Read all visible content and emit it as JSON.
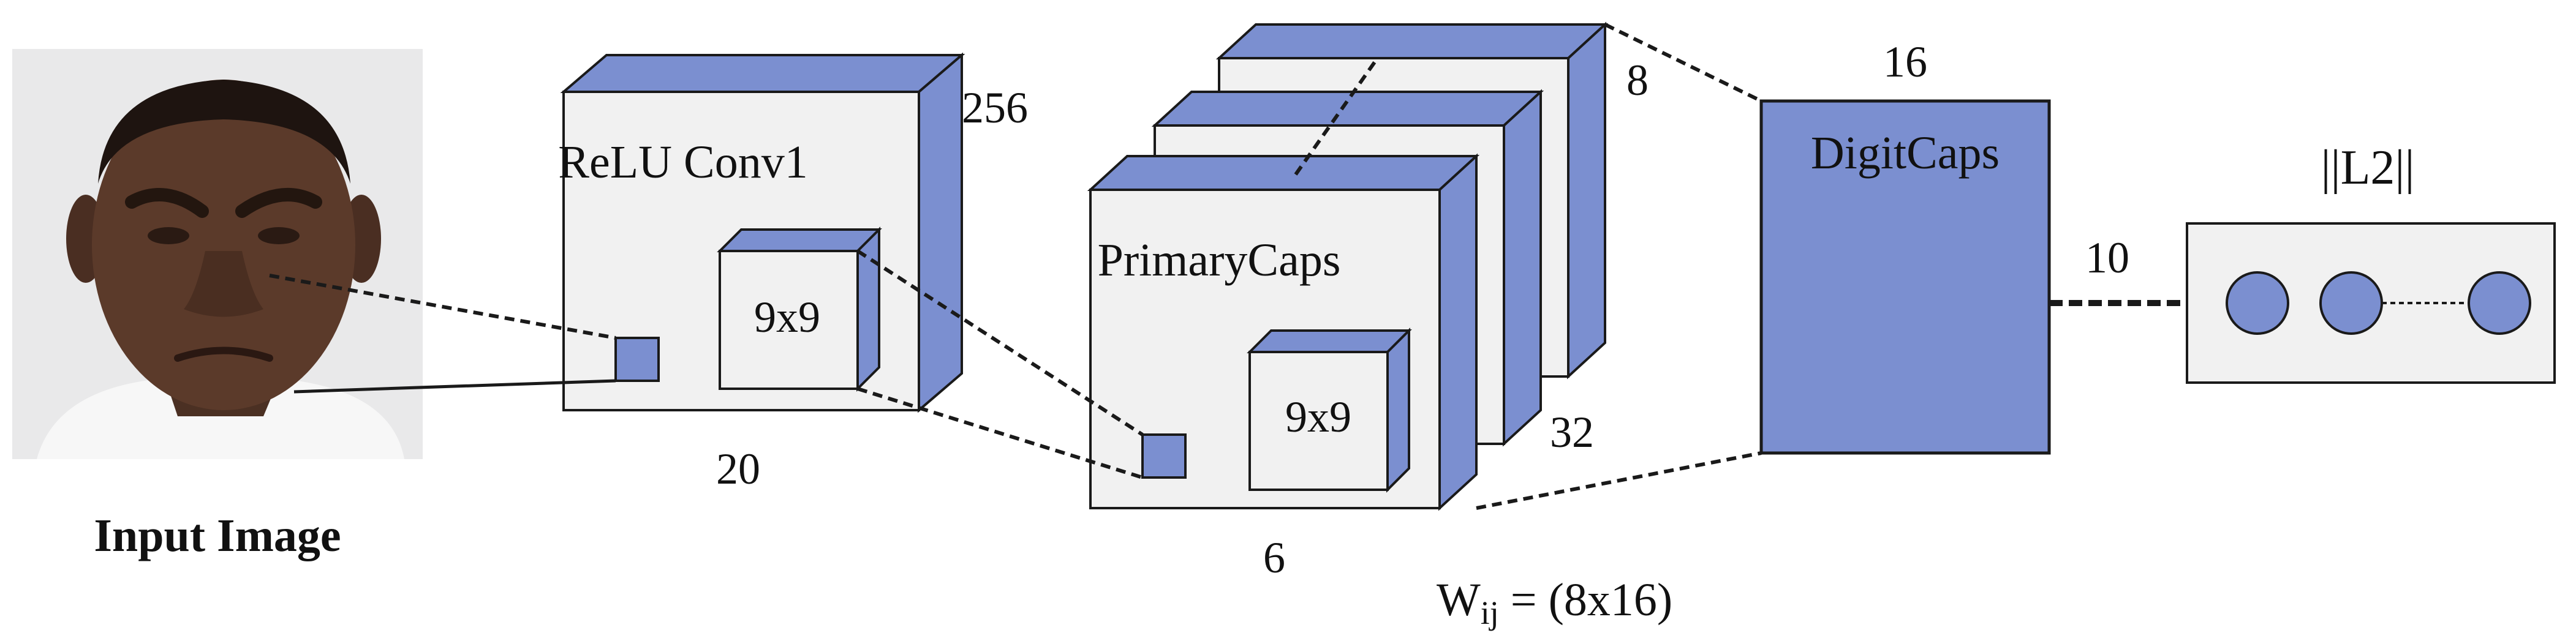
{
  "colors": {
    "face_fill": "#f1f1f1",
    "side_fill": "#7b8fd0",
    "stroke": "#1a1a1a",
    "background": "#ffffff"
  },
  "input": {
    "caption": "Input Image",
    "image_icon": "face-photo-icon"
  },
  "conv1": {
    "title": "ReLU Conv1",
    "depth_label": "256",
    "size_label": "20",
    "kernel_label": "9x9"
  },
  "primary": {
    "title": "PrimaryCaps",
    "depth_label": "8",
    "count_label": "32",
    "size_label": "6",
    "kernel_label": "9x9"
  },
  "weights": {
    "symbol": "W",
    "subscript": "ij",
    "expression": " = (8x16)"
  },
  "digitcaps": {
    "title": "DigitCaps",
    "dim_label": "16",
    "count_label": "10"
  },
  "l2": {
    "title": "||L2||"
  }
}
